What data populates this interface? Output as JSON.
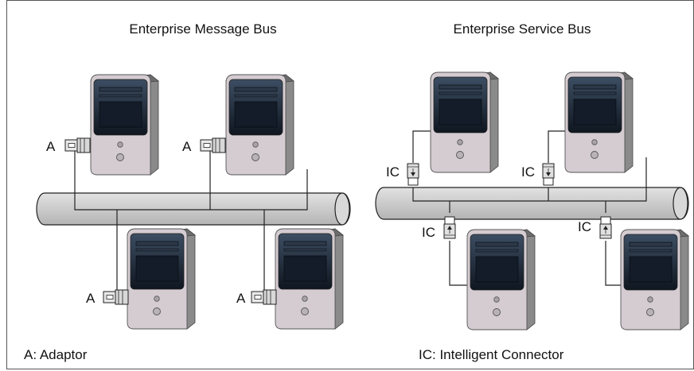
{
  "left_panel": {
    "title": "Enterprise Message Bus",
    "connector_label": "A",
    "legend": "A: Adaptor"
  },
  "right_panel": {
    "title": "Enterprise Service Bus",
    "connector_label": "IC",
    "legend": "IC: Intelligent Connector"
  },
  "colors": {
    "bus_fill": "#c8c8c8",
    "tower_face": "#d2cbd0",
    "tower_side": "#8c8c8c",
    "screen": "#16202b"
  }
}
